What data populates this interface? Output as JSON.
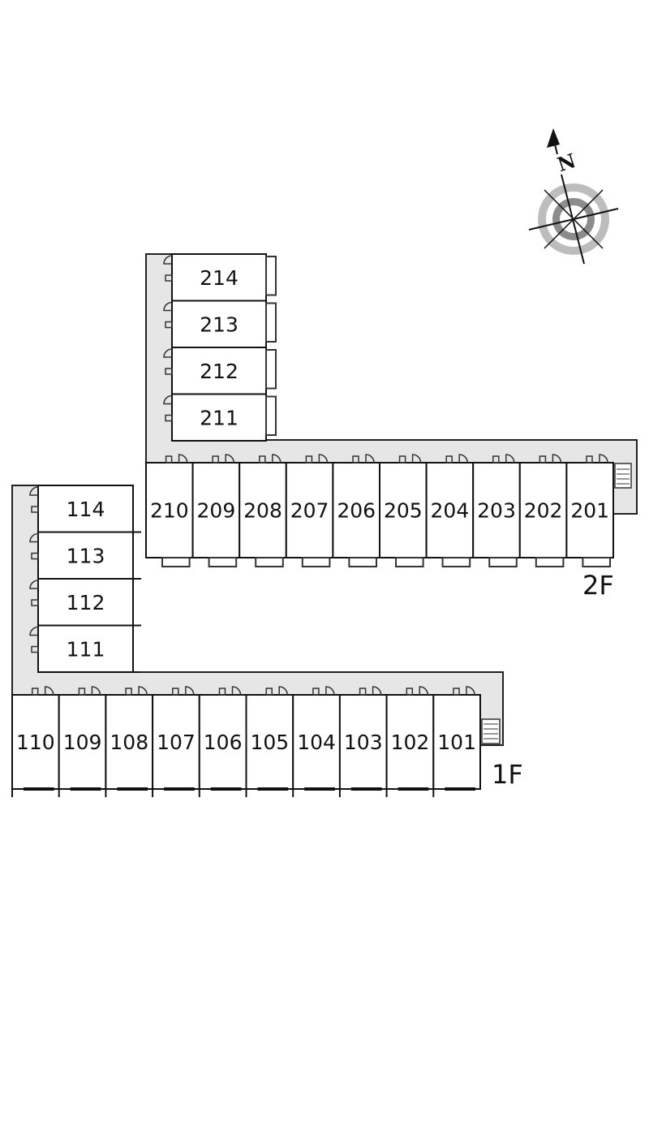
{
  "compass": {
    "label": "N",
    "icon": "compass-icon"
  },
  "floors": [
    {
      "label": "2F",
      "wing_units": [
        "214",
        "213",
        "212",
        "211"
      ],
      "row_units": [
        "210",
        "209",
        "208",
        "207",
        "206",
        "205",
        "204",
        "203",
        "202",
        "201"
      ]
    },
    {
      "label": "1F",
      "wing_units": [
        "114",
        "113",
        "112",
        "111"
      ],
      "row_units": [
        "110",
        "109",
        "108",
        "107",
        "106",
        "105",
        "104",
        "103",
        "102",
        "101"
      ]
    }
  ],
  "colors": {
    "corridor": "#e6e6e6",
    "line": "#111111",
    "compass_ring": "#8c8c8c"
  }
}
